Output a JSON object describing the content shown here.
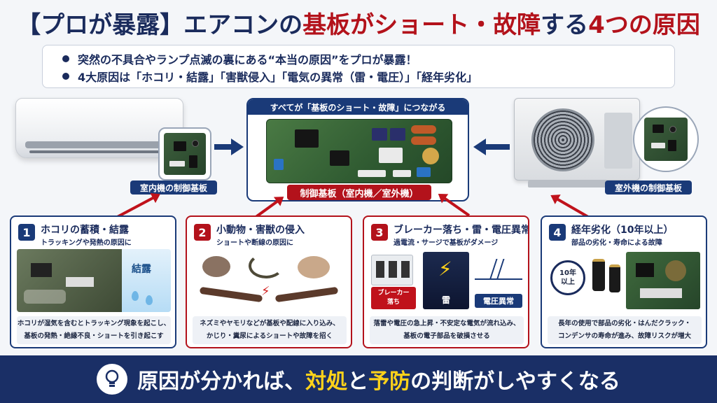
{
  "title": {
    "part1": "【プロが暴露】エアコンの",
    "part2": "基板がショート・故障",
    "part3": "する",
    "part4": "4つの原因"
  },
  "intro": {
    "line1": "突然の不具合やランプ点滅の裏にある“本当の原因”をプロが暴露！",
    "line2": "4大原因は「ホコリ・結露」「害獣侵入」「電気の異常（雷・電圧）」「経年劣化」"
  },
  "center": {
    "top_label": "すべてが「基板のショート・故障」につながる",
    "bottom_label": "制御基板（室内機／室外機）"
  },
  "labels": {
    "indoor": "室内機の制御基板",
    "outdoor": "室外機の制御基板"
  },
  "cards": [
    {
      "num": "1",
      "title": "ホコリの蓄積・結露",
      "sub": "トラッキングや発熱の原因に",
      "img_label": "結露",
      "desc1": "ホコリが湿気を含むとトラッキング現象を起こし、",
      "desc2": "基板の発熱・絶縁不良・ショートを引き起こす"
    },
    {
      "num": "2",
      "title": "小動物・害獣の侵入",
      "sub": "ショートや断線の原因に",
      "desc1": "ネズミやヤモリなどが基板や配線に入り込み、",
      "desc2": "かじり・糞尿によるショートや故障を招く"
    },
    {
      "num": "3",
      "title": "ブレーカー落ち・雷・電圧異常",
      "sub": "過電流・サージで基板がダメージ",
      "img_label_breaker_1": "ブレーカー",
      "img_label_breaker_2": "落ち",
      "img_label_thunder": "雷",
      "img_label_voltage": "電圧異常",
      "desc1": "落雷や電圧の急上昇・不安定な電気が流れ込み、",
      "desc2": "基板の電子部品を破損させる"
    },
    {
      "num": "4",
      "title": "経年劣化（10年以上）",
      "sub": "部品の劣化・寿命による故障",
      "img_label_years_1": "10年",
      "img_label_years_2": "以上",
      "desc1": "長年の使用で部品の劣化・はんだクラック・",
      "desc2": "コンデンサの寿命が進み、故障リスクが増大"
    }
  ],
  "footer": {
    "part1": "原因が分かれば、",
    "part2": "対処",
    "part3": "と",
    "part4": "予防",
    "part5": "の判断がしやすくなる"
  },
  "colors": {
    "navy": "#1a2f66",
    "red": "#b3121b",
    "yellow": "#ffd21a"
  }
}
